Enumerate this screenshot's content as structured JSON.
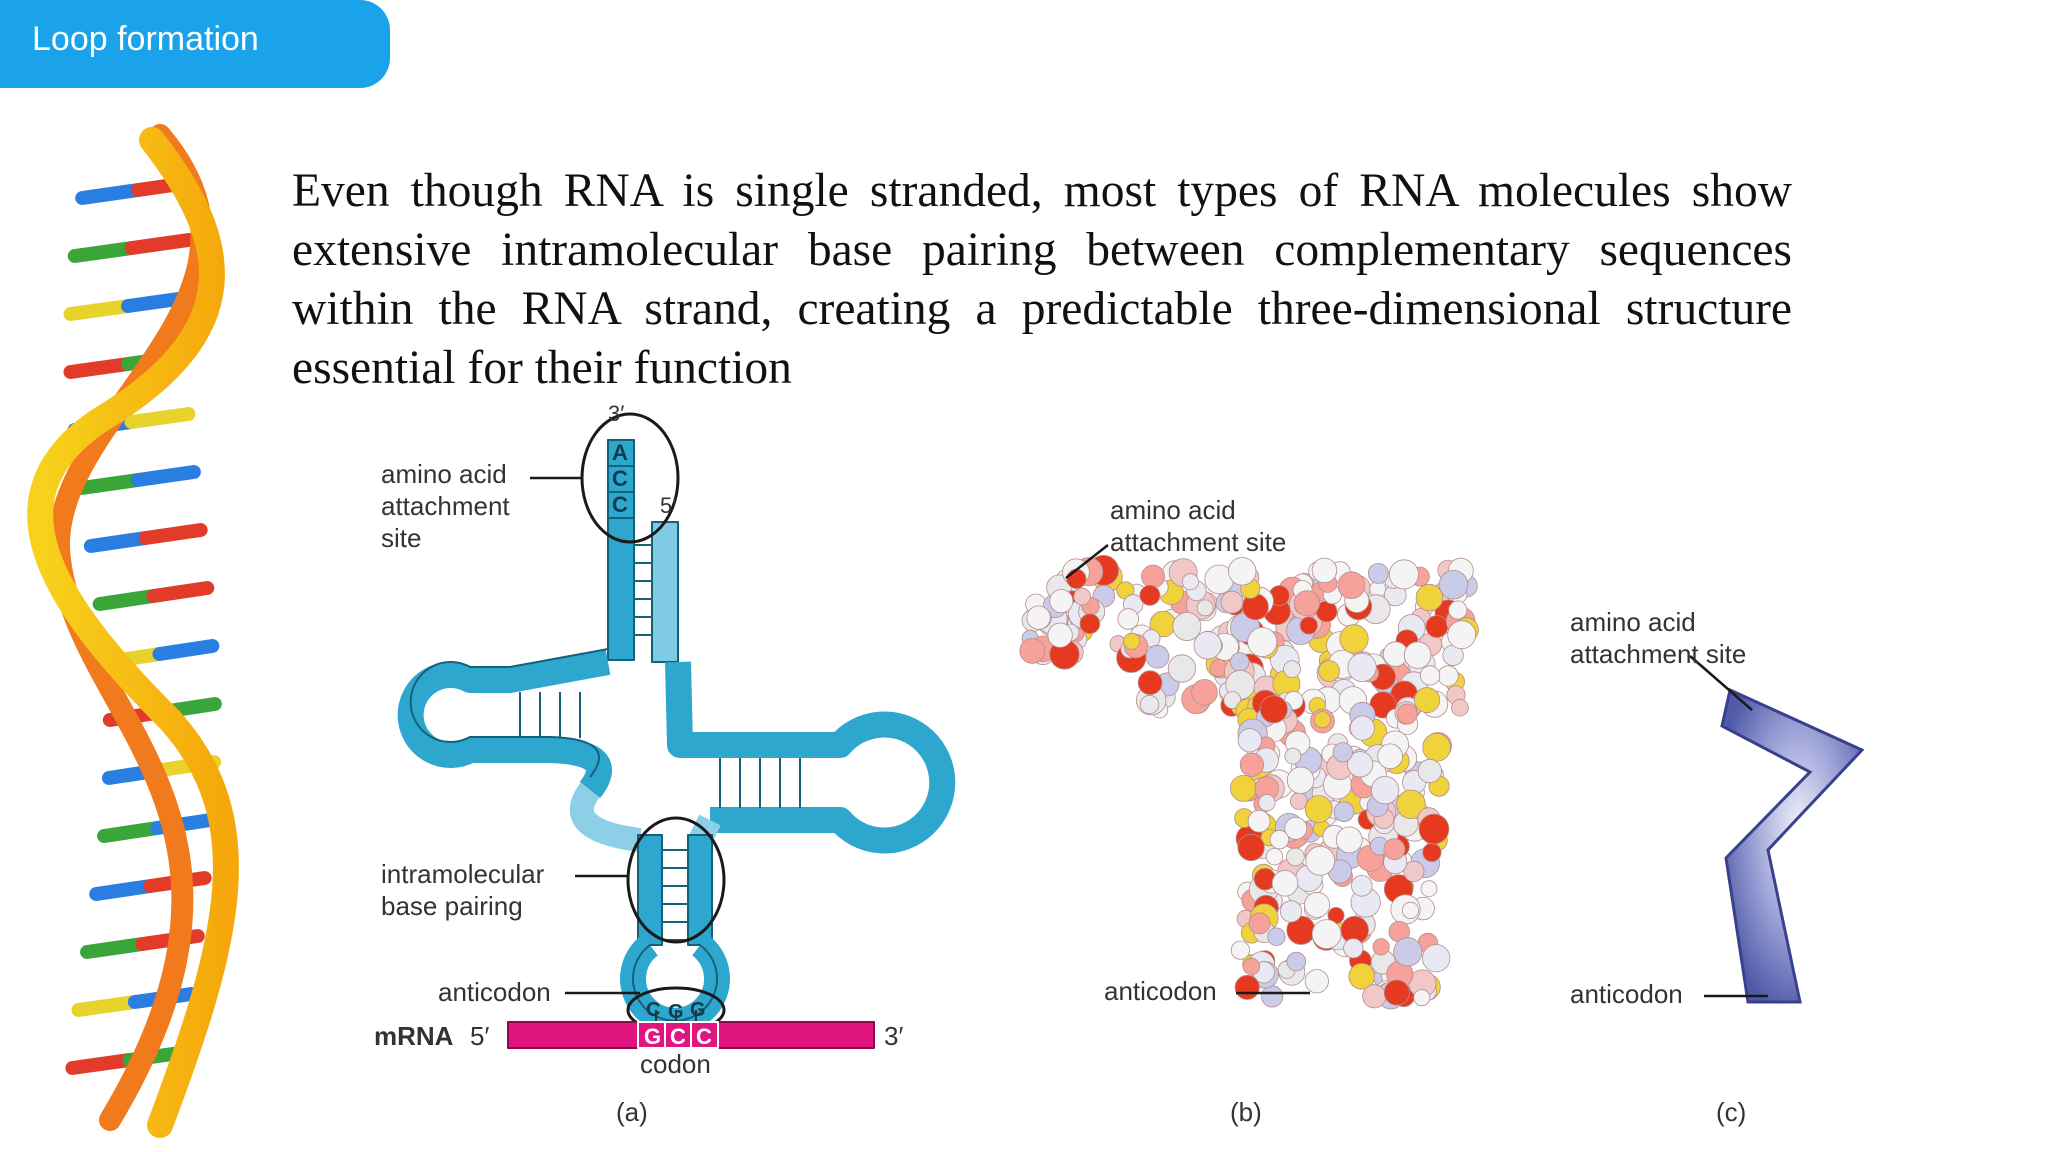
{
  "slide": {
    "title": "Loop formation",
    "body": "Even though RNA is single stranded, most types of RNA molecules show extensive intramolecular base pairing between complementary sequences within the RNA strand, creating a predictable three-dimensional structure essential for their function"
  },
  "diagram": {
    "panel_a": {
      "label_amino_1": "amino acid",
      "label_amino_2": "attachment",
      "label_amino_3": "site",
      "prime3": "3′",
      "prime5": "5′",
      "acc": [
        "A",
        "C",
        "C"
      ],
      "label_intra_1": "intramolecular",
      "label_intra_2": "base pairing",
      "label_anticodon": "anticodon",
      "anticodon_bases": [
        "C",
        "G",
        "G"
      ],
      "mrna_label": "mRNA",
      "mrna_5": "5′",
      "mrna_3": "3′",
      "codon_bases": [
        "G",
        "C",
        "C"
      ],
      "codon_label": "codon",
      "caption": "(a)"
    },
    "panel_b": {
      "label_amino_1": "amino acid",
      "label_amino_2": "attachment site",
      "label_anticodon": "anticodon",
      "caption": "(b)"
    },
    "panel_c": {
      "label_amino_1": "amino acid",
      "label_amino_2": "attachment site",
      "label_anticodon": "anticodon",
      "caption": "(c)"
    }
  },
  "colors": {
    "accent": "#1aa3ea",
    "trna_blue": "#2ea7cf",
    "mrna_magenta": "#e0157f",
    "ribbon_blue": "#5560b0"
  }
}
